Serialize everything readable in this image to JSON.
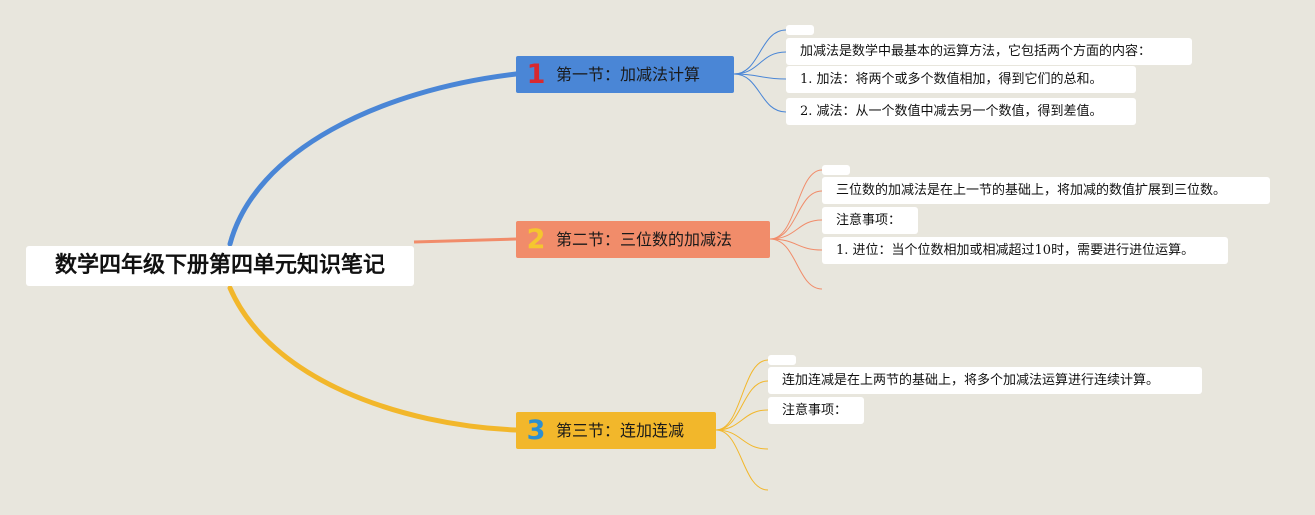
{
  "root": {
    "title": "数学四年级下册第四单元知识笔记"
  },
  "branches": [
    {
      "number": "1",
      "label": "第一节：加减法计算",
      "color": "#4a86d6",
      "number_color": "#d8292f",
      "items": [
        "加减法是数学中最基本的运算方法，它包括两个方面的内容：",
        "1. 加法：将两个或多个数值相加，得到它们的总和。",
        "2. 减法：从一个数值中减去另一个数值，得到差值。"
      ]
    },
    {
      "number": "2",
      "label": "第二节：三位数的加减法",
      "color": "#f18c6a",
      "number_color": "#f5c62f",
      "items": [
        "三位数的加减法是在上一节的基础上，将加减的数值扩展到三位数。",
        "注意事项：",
        "1. 进位：当个位数相加或相减超过10时，需要进行进位运算。"
      ]
    },
    {
      "number": "3",
      "label": "第三节：连加连减",
      "color": "#f2b72b",
      "number_color": "#2d8fd0",
      "items": [
        "连加连减是在上两节的基础上，将多个加减法运算进行连续计算。",
        "注意事项："
      ]
    }
  ]
}
